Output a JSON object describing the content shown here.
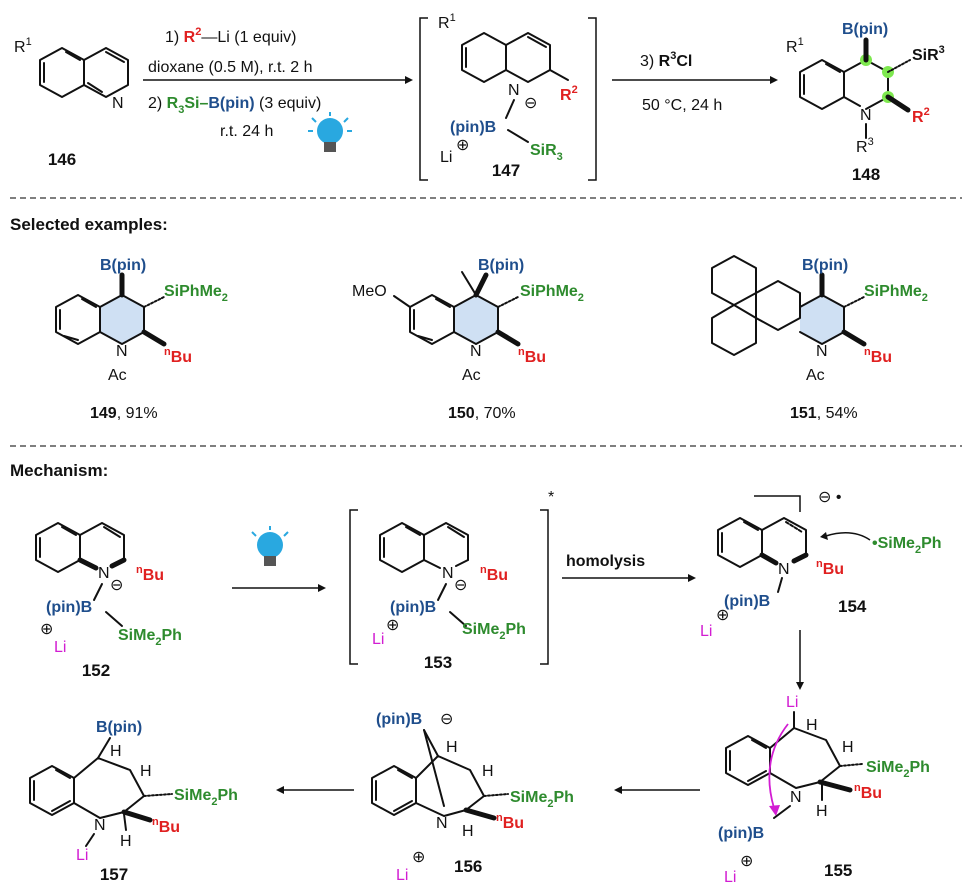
{
  "top": {
    "reactant": {
      "r": "R",
      "r_sup": "1",
      "n": "N",
      "id": "146"
    },
    "step1": {
      "prefix": "1) ",
      "reagent": "R",
      "reagent_sup": "2",
      "rest": "—Li (1 equiv)"
    },
    "step1b": "dioxane (0.5 M), r.t. 2 h",
    "step2": {
      "prefix": "2) ",
      "reagent": "R",
      "reagent_sub": "3",
      "mid": "Si–",
      "bpin": "B(pin)",
      "rest": " (3 equiv)"
    },
    "step2b": "r.t. 24 h",
    "intermediate": {
      "r1": "R",
      "r1_sup": "1",
      "n": "N",
      "minus": "⊖",
      "r2": "R",
      "r2_sup": "2",
      "bpin": "(pin)B",
      "si": "SiR",
      "si_sub": "3",
      "li": "Li",
      "plus": "⊕",
      "id": "147"
    },
    "step3": {
      "prefix": "3) ",
      "reagent": "R",
      "reagent_sup": "3",
      "reagent_end": "Cl"
    },
    "step3b": "50 °C, 24 h",
    "product": {
      "bpin": "B(pin)",
      "si": "SiR",
      "si_sup": "3",
      "r1": "R",
      "r1_sup": "1",
      "n": "N",
      "r3": "R",
      "r3_sup": "3",
      "r2": "R",
      "r2_sup": "2",
      "id": "148"
    }
  },
  "selected_title": "Selected examples:",
  "examples": [
    {
      "bpin": "B(pin)",
      "si": "SiPhMe",
      "si_sub": "2",
      "n": "N",
      "ac": "Ac",
      "bu_sup": "n",
      "bu": "Bu",
      "id": "149",
      "yield": ", 91%"
    },
    {
      "meo": "MeO",
      "bpin": "B(pin)",
      "si": "SiPhMe",
      "si_sub": "2",
      "n": "N",
      "ac": "Ac",
      "bu_sup": "n",
      "bu": "Bu",
      "id": "150",
      "yield": ", 70%"
    },
    {
      "bpin": "B(pin)",
      "si": "SiPhMe",
      "si_sub": "2",
      "n": "N",
      "ac": "Ac",
      "bu_sup": "n",
      "bu": "Bu",
      "id": "151",
      "yield": ", 54%"
    }
  ],
  "mechanism_title": "Mechanism:",
  "mech": {
    "c152": {
      "n": "N",
      "minus": "⊖",
      "bu_sup": "n",
      "bu": "Bu",
      "bpin": "(pin)B",
      "si": "SiMe",
      "si_sub": "2",
      "si_end": "Ph",
      "li": "Li",
      "plus": "⊕",
      "id": "152"
    },
    "c153": {
      "n": "N",
      "minus": "⊖",
      "bu_sup": "n",
      "bu": "Bu",
      "bpin": "(pin)B",
      "si": "SiMe",
      "si_sub": "2",
      "si_end": "Ph",
      "li": "Li",
      "plus": "⊕",
      "id": "153",
      "star": "*"
    },
    "homolysis": "homolysis",
    "c154": {
      "radanion": "⊖ •",
      "n": "N",
      "bu_sup": "n",
      "bu": "Bu",
      "bpin": "(pin)B",
      "li": "Li",
      "plus": "⊕",
      "id": "154",
      "radical": "•SiMe",
      "radical_sub": "2",
      "radical_end": "Ph"
    },
    "c155": {
      "li_top": "Li",
      "h1": "H",
      "h2": "H",
      "si": "SiMe",
      "si_sub": "2",
      "si_end": "Ph",
      "n": "N",
      "bu_sup": "n",
      "bu": "Bu",
      "h3": "H",
      "bpin": "(pin)B",
      "li": "Li",
      "plus": "⊕",
      "id": "155"
    },
    "c156": {
      "bpin": "(pin)B",
      "minus": "⊖",
      "h1": "H",
      "h2": "H",
      "si": "SiMe",
      "si_sub": "2",
      "si_end": "Ph",
      "n": "N",
      "h3": "H",
      "bu_sup": "n",
      "bu": "Bu",
      "li": "Li",
      "plus": "⊕",
      "id": "156"
    },
    "c157": {
      "bpin": "B(pin)",
      "h1": "H",
      "h2": "H",
      "si": "SiMe",
      "si_sub": "2",
      "si_end": "Ph",
      "n": "N",
      "bu_sup": "n",
      "bu": "Bu",
      "li": "Li",
      "h3": "H",
      "id": "157"
    }
  },
  "colors": {
    "boron": "#1f4e8c",
    "silicon": "#2e8b2e",
    "alkyl": "#e02020",
    "lithium": "#d21dd2",
    "highlight": "#7ee84f",
    "ring_fill": "#cfe0f3",
    "bulb": "#29a8e0"
  }
}
